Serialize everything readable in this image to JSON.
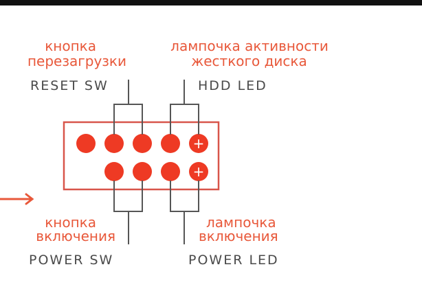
{
  "colors": {
    "accent": "#e8583a",
    "pin": "#ee3a24",
    "line": "#555555",
    "header_outline": "#d8554a",
    "label_en": "#4a4a4a",
    "topbar": "#111111"
  },
  "labels": {
    "reset_ru_1": "кнопка",
    "reset_ru_2": "перезагрузки",
    "reset_en": "RESET SW",
    "hdd_ru_1": "лампочка активности",
    "hdd_ru_2": "жесткого диска",
    "hdd_en": "HDD LED",
    "power_ru_1": "кнопка",
    "power_ru_2": "включения",
    "power_en": "POWER SW",
    "pled_ru_1": "лампочка",
    "pled_ru_2": "включения",
    "pled_en": "POWER LED"
  },
  "pin_header": {
    "top_row": [
      "pin",
      "pin",
      "pin",
      "pin",
      "plus"
    ],
    "bottom_row": [
      "empty",
      "pin",
      "pin",
      "pin",
      "plus"
    ],
    "plus_symbol": "+"
  },
  "icons": {
    "arrow": "right-arrow-icon"
  }
}
